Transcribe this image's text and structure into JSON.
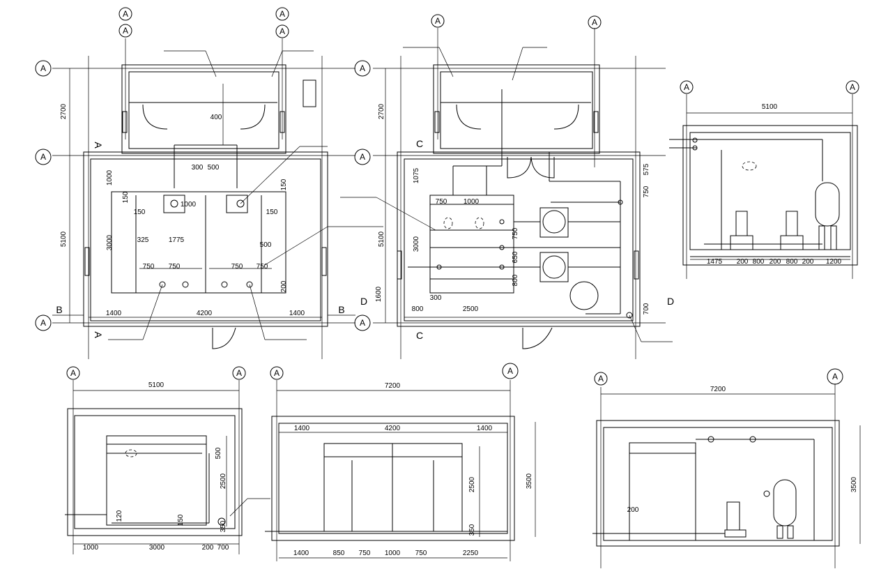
{
  "grid_bubble": "A",
  "section_marks": {
    "a": "A",
    "b": "B",
    "c": "C",
    "d": "D"
  },
  "plan1": {
    "dims_h": [
      "1400",
      "4200",
      "1400"
    ],
    "dims_v": [
      "2700",
      "5100"
    ],
    "inner_v": [
      "1000",
      "150",
      "150",
      "3000",
      "1000",
      "300",
      "500",
      "325",
      "1775",
      "750",
      "750",
      "750",
      "750",
      "400",
      "150",
      "150",
      "500",
      "200"
    ]
  },
  "plan2": {
    "dims_h": [
      "800",
      "2500",
      "750",
      "1000",
      "300"
    ],
    "dims_v": [
      "2700",
      "5100",
      "1075",
      "3000",
      "1600",
      "575",
      "750",
      "750",
      "650",
      "800",
      "700"
    ]
  },
  "section_d": {
    "width": "5100",
    "bottom_dims": [
      "1475",
      "200",
      "800",
      "200",
      "800",
      "200",
      "1200"
    ]
  },
  "section_a": {
    "width": "5100",
    "right_dims": [
      "500",
      "2500",
      "350"
    ],
    "inner": [
      "120",
      "150"
    ],
    "bottom_dims": [
      "1000",
      "3000",
      "200",
      "700"
    ]
  },
  "section_b": {
    "width": "7200",
    "top_dims": [
      "1400",
      "4200",
      "1400"
    ],
    "right_dims": [
      "2500",
      "350",
      "3500"
    ],
    "bottom_dims": [
      "1400",
      "850",
      "750",
      "1000",
      "750",
      "2250"
    ]
  },
  "section_c": {
    "width": "7200",
    "right_dims": [
      "3500"
    ],
    "inner": [
      "200"
    ]
  }
}
